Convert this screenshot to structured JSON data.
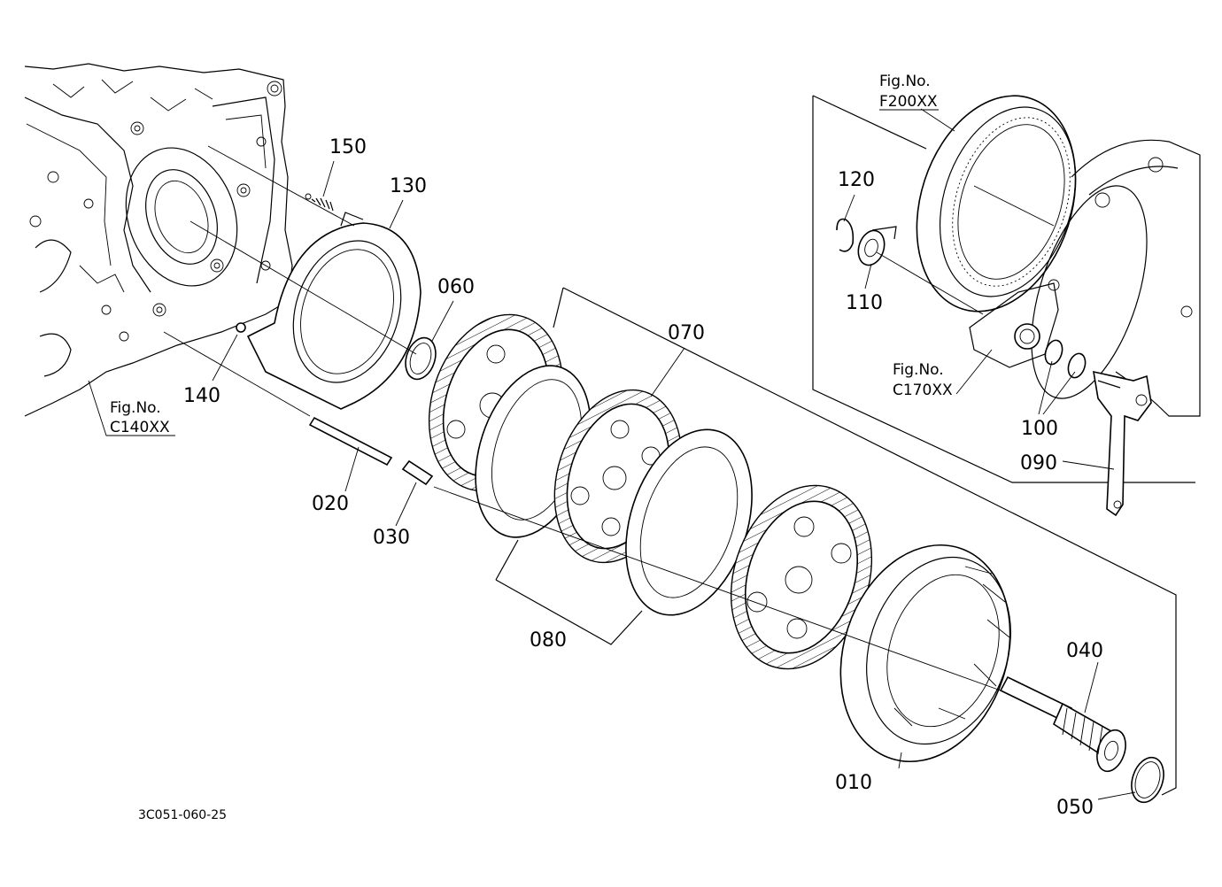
{
  "drawing_code": "3C051-060-25",
  "references": [
    {
      "id": "ref-c140",
      "line1": "Fig.No.",
      "line2": "C140XX"
    },
    {
      "id": "ref-f200",
      "line1": "Fig.No.",
      "line2": "F200XX"
    },
    {
      "id": "ref-c170",
      "line1": "Fig.No.",
      "line2": "C170XX"
    }
  ],
  "parts": [
    "150",
    "130",
    "060",
    "070",
    "140",
    "020",
    "030",
    "080",
    "120",
    "110",
    "100",
    "090",
    "040",
    "010",
    "050"
  ]
}
